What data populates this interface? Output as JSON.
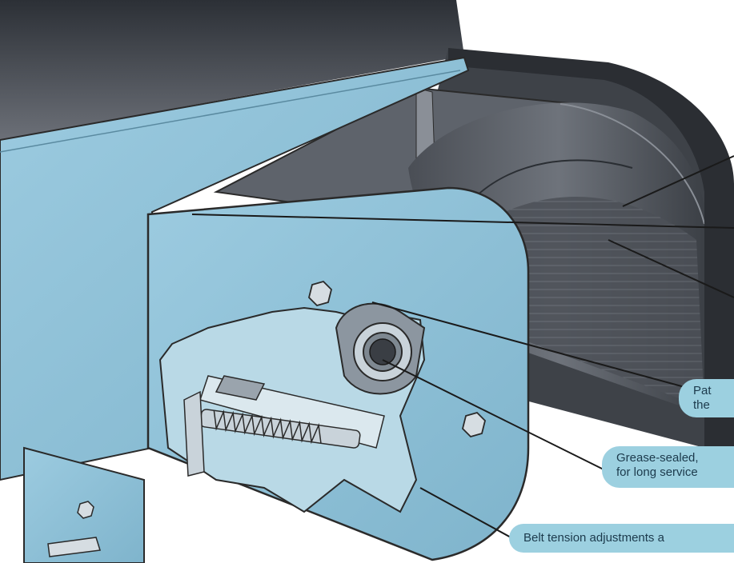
{
  "diagram": {
    "colors": {
      "frame": "#8fc3d8",
      "frame_dark": "#5f93aa",
      "belt": "#3a3e44",
      "callout_bg": "#9cd0e0",
      "callout_text": "#1c3a4c",
      "leader": "#1a1a1a"
    },
    "callouts": [
      {
        "id": "pulley",
        "lines": [
          "Pat",
          "the"
        ]
      },
      {
        "id": "bearings",
        "lines": [
          "Grease-sealed,",
          "for long service"
        ]
      },
      {
        "id": "tension",
        "lines": [
          "Belt tension adjustments a"
        ]
      }
    ]
  }
}
